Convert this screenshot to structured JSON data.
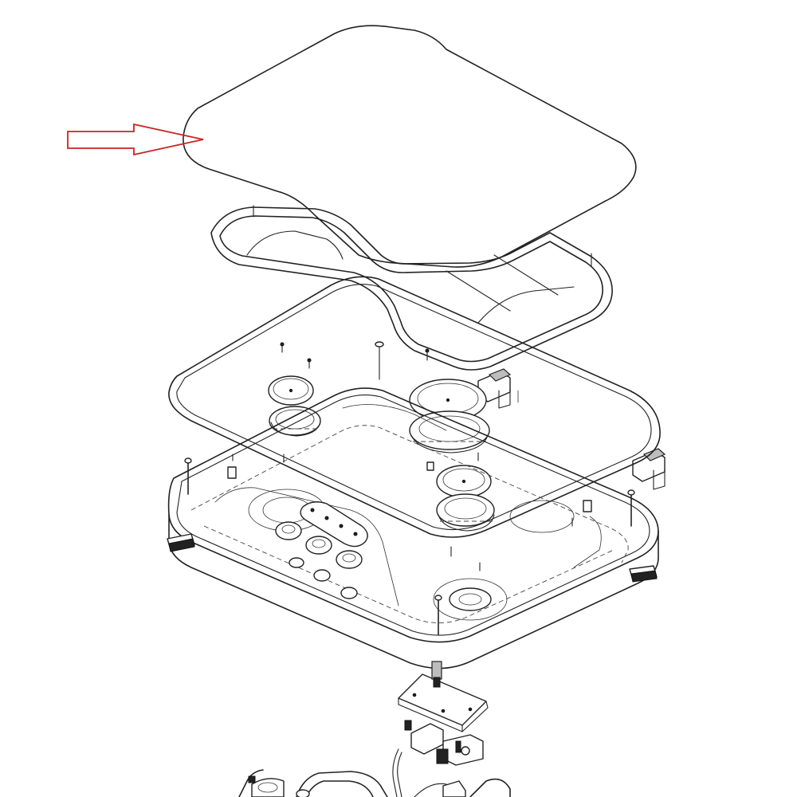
{
  "diagram": {
    "kind": "exploded-view",
    "colors": {
      "line": "#222222",
      "background": "#ffffff",
      "pointer_arrow": "#cc2222"
    },
    "parts": [
      {
        "id": "glass-lid"
      },
      {
        "id": "pan-support-rack"
      },
      {
        "id": "lid-hinge-bracket"
      },
      {
        "id": "lid-hinge-bracket-right"
      },
      {
        "id": "burner-cap-left"
      },
      {
        "id": "burner-cap-large"
      },
      {
        "id": "burner-cap-front"
      },
      {
        "id": "hob-tray"
      },
      {
        "id": "control-knob-panel"
      },
      {
        "id": "mounting-bracket"
      },
      {
        "id": "ignition-module"
      },
      {
        "id": "gas-pipe-assembly"
      }
    ],
    "pointer": {
      "icon": "hollow-arrow-right",
      "target": "glass-lid"
    }
  }
}
